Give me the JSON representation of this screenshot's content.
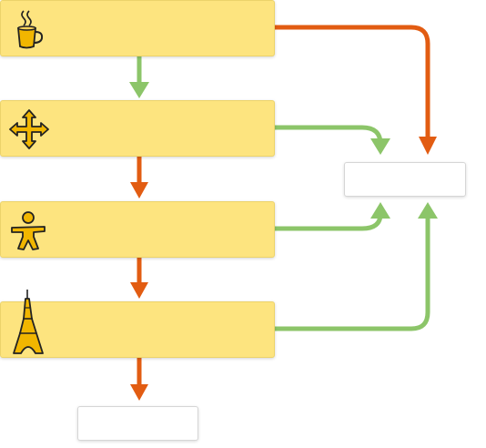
{
  "nodes": [
    {
      "id": "coffee",
      "icon": "coffee-cup-icon",
      "label": ""
    },
    {
      "id": "move",
      "icon": "move-arrows-icon",
      "label": ""
    },
    {
      "id": "person",
      "icon": "person-icon",
      "label": ""
    },
    {
      "id": "tower",
      "icon": "eiffel-tower-icon",
      "label": ""
    }
  ],
  "outcomes": {
    "right": "",
    "bottom": ""
  },
  "colors": {
    "node_fill": "#fde47f",
    "red_arrow": "#e25c12",
    "green_arrow": "#8cc569"
  }
}
